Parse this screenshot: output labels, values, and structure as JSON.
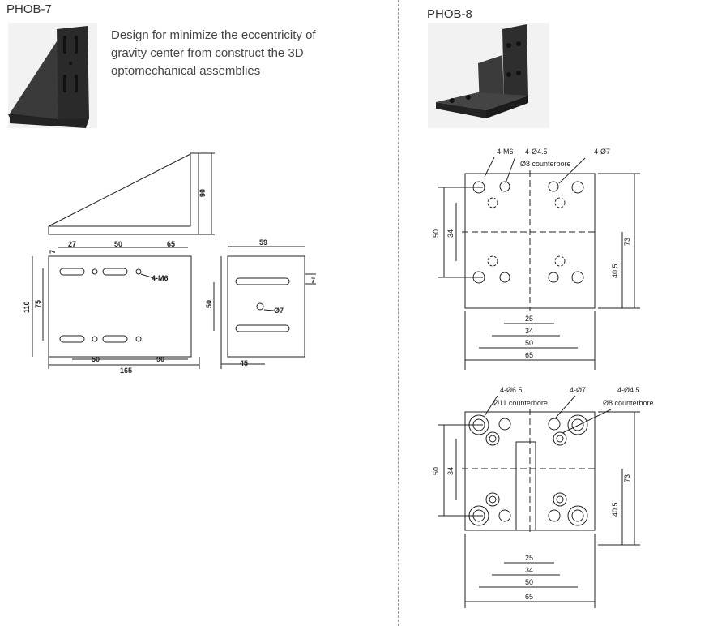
{
  "left": {
    "title": "PHOB-7",
    "description": "Design for minimize the eccentricity of gravity center from construct the 3D optomechanical assemblies",
    "dims": {
      "height": "90",
      "d27": "27",
      "d50": "50",
      "d65": "65",
      "d7": "7",
      "m6": "4-M6",
      "d110": "110",
      "d75": "75",
      "b50": "50",
      "b90": "90",
      "b165": "165",
      "s59": "59",
      "s7": "7",
      "s50": "50",
      "s7hole": "Ø7",
      "s45": "45"
    }
  },
  "right": {
    "title": "PHOB-8",
    "top_view": {
      "m6": "4-M6",
      "hole45": "4-Ø4.5",
      "cb8": "Ø8 counterbore",
      "hole7": "4-Ø7",
      "v50": "50",
      "v34": "34",
      "v73": "73",
      "v405": "40.5",
      "h25": "25",
      "h34": "34",
      "h50": "50",
      "h65": "65"
    },
    "bottom_view": {
      "hole65": "4-Ø6.5",
      "cb11": "Ø11 counterbore",
      "hole7": "4-Ø7",
      "hole45": "4-Ø4.5",
      "cb8": "Ø8 counterbore",
      "v50": "50",
      "v34": "34",
      "v73": "73",
      "v405": "40.5",
      "h25": "25",
      "h34": "34",
      "h50": "50",
      "h65": "65"
    }
  },
  "colors": {
    "product": "#2b2b2b",
    "line": "#222222"
  }
}
